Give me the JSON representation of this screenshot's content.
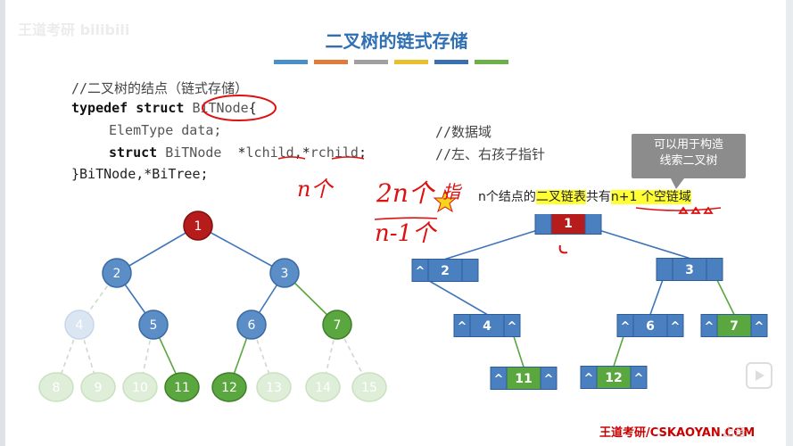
{
  "watermark": "王道考研 bilibili",
  "watermark_br": "止音",
  "title": "二叉树的链式存储",
  "title_bar_colors": [
    "#4a90c8",
    "#e07b39",
    "#a0a0a0",
    "#e8c02c",
    "#3a6fb0",
    "#6cb04a"
  ],
  "code": {
    "comment": "//二叉树的结点（链式存储）",
    "typedef": "typedef",
    "struct": "struct",
    "struct_name": "BiTNode",
    "brace_open": "{",
    "field1_type": "ElemType",
    "field1_name": "data;",
    "field1_comment": "//数据域",
    "struct2": "struct",
    "field2_type": "BiTNode",
    "field2_star1": "*",
    "field2_name1": "lchild",
    "field2_sep": ",*",
    "field2_name2": "rchild",
    "field2_end": ";",
    "field2_comment": "//左、右孩子指针",
    "closing": "}BiTNode,*BiTree;"
  },
  "callout": {
    "line1": "可以用于构造",
    "line2": "线索二叉树"
  },
  "sentence": {
    "p1": "n个结点的",
    "h1": "二叉链表",
    "p2": "共有",
    "h2": "n+1 个空链域"
  },
  "handwriting": {
    "n_ge": "n个",
    "two_n": "2n个",
    "zhi": "指",
    "n_minus_1": "n-1个"
  },
  "tree": {
    "nodes": [
      {
        "id": "1",
        "kind": "root"
      },
      {
        "id": "2",
        "kind": "blue"
      },
      {
        "id": "3",
        "kind": "blue"
      },
      {
        "id": "4",
        "kind": "faded-blue"
      },
      {
        "id": "5",
        "kind": "blue"
      },
      {
        "id": "6",
        "kind": "blue"
      },
      {
        "id": "7",
        "kind": "green"
      },
      {
        "id": "8",
        "kind": "faded-green"
      },
      {
        "id": "9",
        "kind": "faded-green"
      },
      {
        "id": "10",
        "kind": "faded-green"
      },
      {
        "id": "11",
        "kind": "green"
      },
      {
        "id": "12",
        "kind": "green"
      },
      {
        "id": "13",
        "kind": "faded-green"
      },
      {
        "id": "14",
        "kind": "faded-green"
      },
      {
        "id": "15",
        "kind": "faded-green"
      }
    ]
  },
  "linked": {
    "null_symbol": "^",
    "nodes": [
      "1",
      "2",
      "3",
      "4",
      "6",
      "7",
      "11",
      "12"
    ]
  },
  "colors": {
    "root": "#b71c1c",
    "blue": "#5b8ec7",
    "green": "#5aa63f",
    "title": "#2f6fb3",
    "handwriting": "#d11"
  },
  "footer": "王道考研/CSKAOYAN.COM"
}
